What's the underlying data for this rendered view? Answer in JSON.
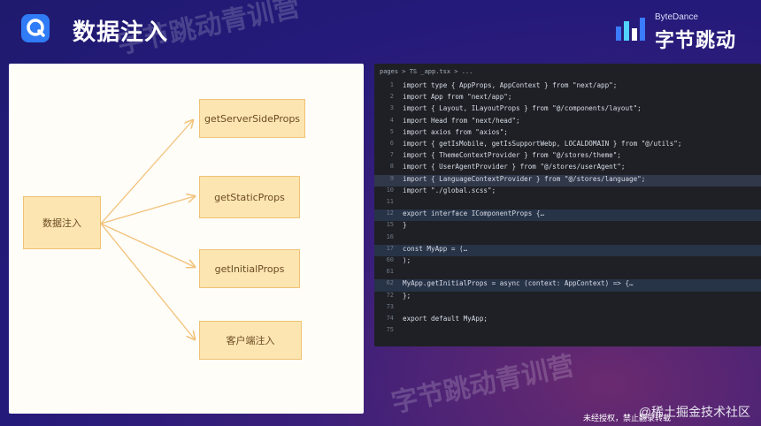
{
  "header": {
    "title": "数据注入",
    "brand_small": "ByteDance",
    "brand_main": "字节跳动"
  },
  "diagram": {
    "root": "数据注入",
    "targets": [
      "getServerSideProps",
      "getStaticProps",
      "getInitialProps",
      "客户端注入"
    ]
  },
  "code": {
    "breadcrumb": "pages > TS _app.tsx > ...",
    "lines": [
      {
        "no": "1",
        "text": "import type { AppProps, AppContext } from \"next/app\";"
      },
      {
        "no": "2",
        "text": "import App from \"next/app\";"
      },
      {
        "no": "3",
        "text": "import { Layout, ILayoutProps } from \"@/components/layout\";"
      },
      {
        "no": "4",
        "text": "import Head from \"next/head\";"
      },
      {
        "no": "5",
        "text": "import axios from \"axios\";"
      },
      {
        "no": "6",
        "text": "import { getIsMobile, getIsSupportWebp, LOCALDOMAIN } from \"@/utils\";"
      },
      {
        "no": "7",
        "text": "import { ThemeContextProvider } from \"@/stores/theme\";"
      },
      {
        "no": "8",
        "text": "import { UserAgentProvider } from \"@/stores/userAgent\";"
      },
      {
        "no": "9",
        "text": "import { LanguageContextProvider } from \"@/stores/language\";"
      },
      {
        "no": "10",
        "text": "import \"./global.scss\";"
      },
      {
        "no": "11",
        "text": ""
      },
      {
        "no": "12",
        "text": "export interface IComponentProps {…"
      },
      {
        "no": "15",
        "text": "}"
      },
      {
        "no": "16",
        "text": ""
      },
      {
        "no": "17",
        "text": "const MyApp = (…"
      },
      {
        "no": "60",
        "text": ");"
      },
      {
        "no": "61",
        "text": ""
      },
      {
        "no": "62",
        "text": "MyApp.getInitialProps = async (context: AppContext) => {…"
      },
      {
        "no": "72",
        "text": "};"
      },
      {
        "no": "73",
        "text": ""
      },
      {
        "no": "74",
        "text": "export default MyApp;"
      },
      {
        "no": "75",
        "text": ""
      }
    ]
  },
  "footer": {
    "community": "@稀土掘金技术社区",
    "notice": "未经授权，禁止翻录转载"
  },
  "watermark": "字节跳动青训营",
  "colors": {
    "accent_box": "#fce5b0",
    "box_border": "#efc273",
    "code_bg": "#1e2025"
  }
}
